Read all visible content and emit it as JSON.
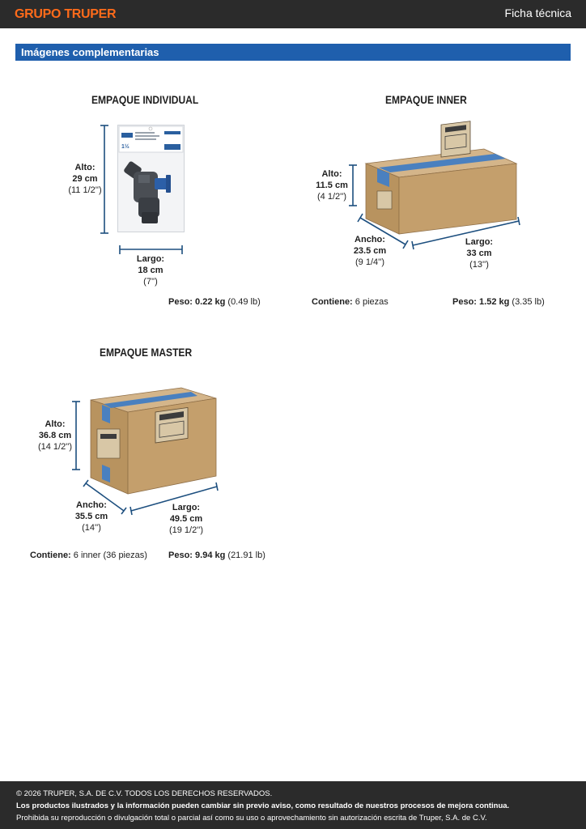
{
  "header": {
    "brand": "GRUPO TRUPER",
    "doc_type": "Ficha técnica",
    "brand_color": "#ff6b1a",
    "bar_color": "#2b2b2b"
  },
  "section": {
    "title": "Imágenes complementarias",
    "color": "#1f5fad"
  },
  "packages": {
    "individual": {
      "title": "EMPAQUE INDIVIDUAL",
      "alto": {
        "label": "Alto:",
        "metric": "29 cm",
        "imperial": "(11 1/2'')"
      },
      "largo": {
        "label": "Largo:",
        "metric": "18 cm",
        "imperial": "(7'')"
      },
      "peso_label": "Peso:",
      "peso_value": "0.22 kg",
      "peso_imperial": "(0.49 lb)",
      "package_text": [
        "1½"
      ]
    },
    "inner": {
      "title": "EMPAQUE INNER",
      "alto": {
        "label": "Alto:",
        "metric": "11.5 cm",
        "imperial": "(4 1/2'')"
      },
      "ancho": {
        "label": "Ancho:",
        "metric": "23.5 cm",
        "imperial": "(9 1/4'')"
      },
      "largo": {
        "label": "Largo:",
        "metric": "33 cm",
        "imperial": "(13'')"
      },
      "contiene_label": "Contiene:",
      "contiene_value": "6 piezas",
      "peso_label": "Peso:",
      "peso_value": "1.52 kg",
      "peso_imperial": "(3.35 lb)"
    },
    "master": {
      "title": "EMPAQUE MASTER",
      "alto": {
        "label": "Alto:",
        "metric": "36.8 cm",
        "imperial": "(14 1/2'')"
      },
      "ancho": {
        "label": "Ancho:",
        "metric": "35.5 cm",
        "imperial": "(14'')"
      },
      "largo": {
        "label": "Largo:",
        "metric": "49.5 cm",
        "imperial": "(19 1/2'')"
      },
      "contiene_label": "Contiene:",
      "contiene_value": "6 inner (36 piezas)",
      "peso_label": "Peso:",
      "peso_value": "9.94 kg",
      "peso_imperial": "(21.91 lb)"
    }
  },
  "footer": {
    "copyright": "© 2026 TRUPER, S.A. DE C.V. TODOS LOS DERECHOS RESERVADOS.",
    "notice": "Los productos ilustrados y la información pueden cambiar sin previo aviso, como resultado de nuestros procesos de mejora continua.",
    "prohibition": "Prohibida su reproducción o divulgación total o parcial así como su uso o aprovechamiento sin autorización escrita de Truper, S.A. de C.V."
  }
}
